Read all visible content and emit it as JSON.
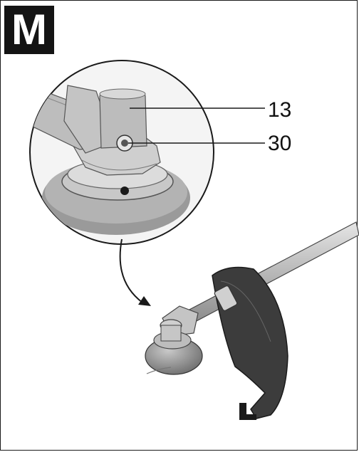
{
  "figure": {
    "badge_letter": "M",
    "callouts": [
      {
        "number": "13",
        "part": "motor-housing"
      },
      {
        "number": "30",
        "part": "screw"
      }
    ],
    "colors": {
      "ink": "#141414",
      "metal": "#b9b9b9",
      "guard": "#3c3c3c",
      "head": "#8a8a8a"
    }
  }
}
